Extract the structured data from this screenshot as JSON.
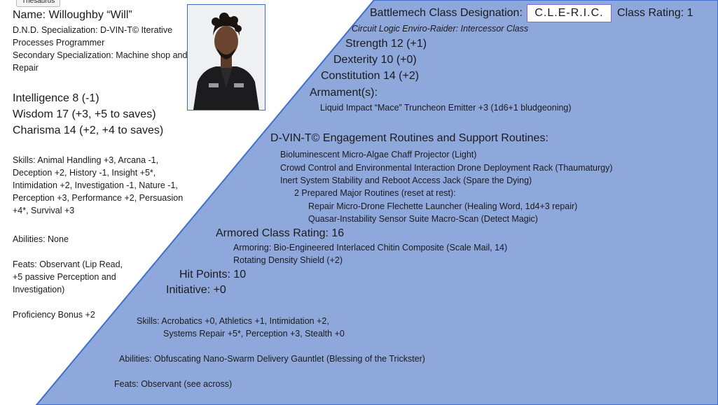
{
  "tooltip": "Thesaurus",
  "colors": {
    "panel": "#8fa8dc",
    "edge": "#3e6fcf",
    "box_border": "#7a6fd0"
  },
  "left": {
    "name": "Name: Willoughby “Will”",
    "spec1": "D.N.D. Specialization: D-VIN-T© Iterative Processes Programmer",
    "spec2": "Secondary Specialization: Machine shop and Repair",
    "intelligence": "Intelligence 8 (-1)",
    "wisdom": "Wisdom 17 (+3, +5 to saves)",
    "charisma": "Charisma 14 (+2, +4 to saves)",
    "skills": "Skills: Animal Handling +3, Arcana -1, Deception +2, History -1, Insight +5*, Intimidation +2, Investigation -1, Nature -1, Perception +3, Performance +2, Persuasion +4*, Survival +3",
    "abilities": "Abilities: None",
    "feats": "Feats: Observant (Lip Read, +5 passive Perception and Investigation)",
    "proficiency": "Proficiency Bonus +2"
  },
  "right": {
    "designation_label": "Battlemech Class Designation:",
    "designation_value": "C.L.E-R.I.C.",
    "rating": "Class Rating: 1",
    "subclass": "Circuit Logic Enviro-Raider: Intercessor Class",
    "strength": "Strength 12 (+1)",
    "dexterity": "Dexterity 10 (+0)",
    "constitution": "Constitution 14 (+2)",
    "armament_label": "Armament(s):",
    "armament_item": "Liquid Impact “Mace” Truncheon Emitter +3 (1d6+1 bludgeoning)",
    "routines_heading": "D-VIN-T© Engagement Routines and Support Routines:",
    "routine1": "Bioluminescent Micro-Algae Chaff Projector (Light)",
    "routine2": "Crowd Control and Environmental Interaction Drone Deployment Rack (Thaumaturgy)",
    "routine3": "Inert System Stability and Reboot Access Jack (Spare the Dying)",
    "prepared_label": "2 Prepared Major Routines (reset at rest):",
    "prepared1": "Repair Micro-Drone Flechette Launcher (Healing Word, 1d4+3 repair)",
    "prepared2": "Quasar-Instability Sensor Suite Macro-Scan (Detect Magic)",
    "armor_heading": "Armored Class Rating: 16",
    "armoring": "Armoring: Bio-Engineered Interlaced Chitin Composite (Scale Mail, 14)",
    "shield": "Rotating Density Shield (+2)",
    "hp": "Hit Points: 10",
    "initiative": "Initiative: +0",
    "skills1": "Skills: Acrobatics +0, Athletics +1, Intimidation +2,",
    "skills2": "Systems Repair +5*, Perception +3, Stealth +0",
    "abilities": "Abilities: Obfuscating Nano-Swarm Delivery Gauntlet (Blessing of the Trickster)",
    "feats": "Feats: Observant (see across)"
  }
}
